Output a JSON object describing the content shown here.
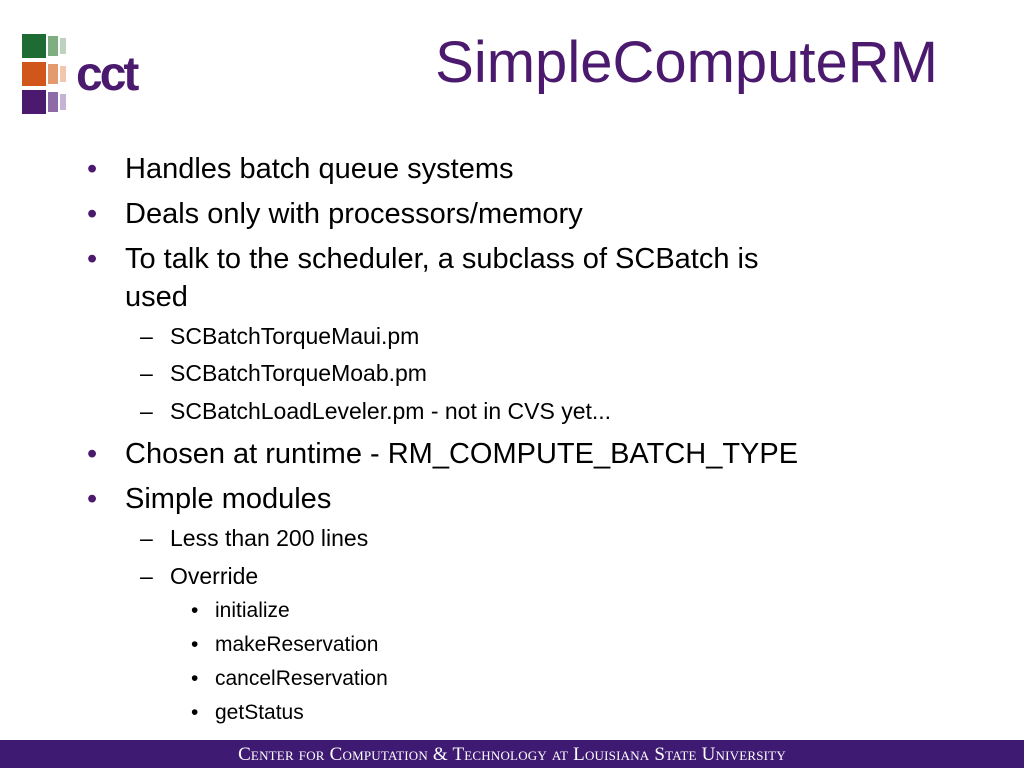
{
  "slide": {
    "title": "SimpleComputeRM",
    "logo_text": "cct",
    "bullets": [
      {
        "level": 1,
        "marker": "•",
        "text": "Handles batch queue systems"
      },
      {
        "level": 1,
        "marker": "•",
        "text": "Deals only with processors/memory"
      },
      {
        "level": 1,
        "marker": "•",
        "text": "To talk to the scheduler, a subclass of SCBatch is"
      },
      {
        "level": 1,
        "marker": "",
        "text": "used"
      },
      {
        "level": 2,
        "marker": "–",
        "text": "SCBatchTorqueMaui.pm"
      },
      {
        "level": 2,
        "marker": "–",
        "text": "SCBatchTorqueMoab.pm"
      },
      {
        "level": 2,
        "marker": "–",
        "text": "SCBatchLoadLeveler.pm - not in CVS yet..."
      },
      {
        "level": 1,
        "marker": "•",
        "text": "Chosen at runtime - RM_COMPUTE_BATCH_TYPE"
      },
      {
        "level": 1,
        "marker": "•",
        "text": "Simple modules"
      },
      {
        "level": 2,
        "marker": "–",
        "text": "Less than 200 lines"
      },
      {
        "level": 2,
        "marker": "–",
        "text": "Override"
      },
      {
        "level": 3,
        "marker": "•",
        "text": "initialize"
      },
      {
        "level": 3,
        "marker": "•",
        "text": "makeReservation"
      },
      {
        "level": 3,
        "marker": "•",
        "text": "cancelReservation"
      },
      {
        "level": 3,
        "marker": "•",
        "text": "getStatus"
      }
    ],
    "footer": "Center for Computation & Technology at Louisiana State University"
  },
  "colors": {
    "title": "#4b1a6e",
    "footer_bg": "#3f1a73",
    "logo_green": "#1f6b34",
    "logo_orange": "#d0561c",
    "logo_purple": "#4b1a6e"
  }
}
